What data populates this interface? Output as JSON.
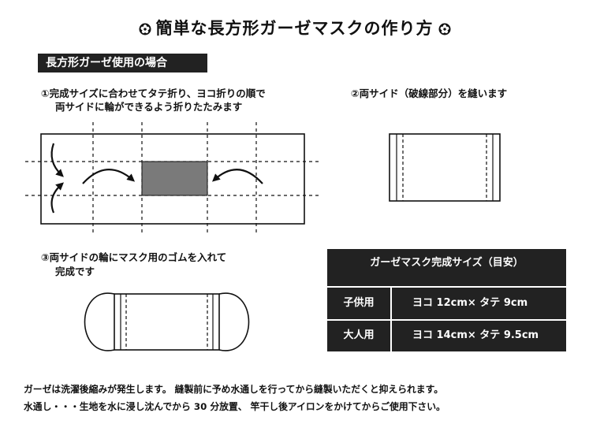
{
  "title": "簡単な長方形ガーゼマスクの作り方",
  "section_header": "長方形ガーゼ使用の場合",
  "steps": {
    "step1_line1": "①完成サイズに合わせてタテ折り、ヨコ折りの順で",
    "step1_line2": "両サイドに輪ができるよう折りたたみます",
    "step2": "②両サイド（破線部分）を縫います",
    "step3_line1": "③両サイドの輪にマスク用のゴムを入れて",
    "step3_line2": "完成です"
  },
  "size_table": {
    "header": "ガーゼマスク完成サイズ（目安）",
    "rows": [
      {
        "label": "子供用",
        "size": "ヨコ 12cm× タテ 9cm"
      },
      {
        "label": "大人用",
        "size": "ヨコ 14cm× タテ 9.5cm"
      }
    ]
  },
  "notes": {
    "line1": "ガーゼは洗濯後縮みが発生します。 縫製前に予め水通しを行ってから縫製いただくと抑えられます。",
    "line2": "水通し・・・生地を水に浸し沈んでから 30 分放置、 竿干し後アイロンをかけてからご使用下さい。"
  },
  "colors": {
    "ink": "#111111",
    "label_bg": "#222222",
    "fold_fill": "#7a7a7a"
  }
}
